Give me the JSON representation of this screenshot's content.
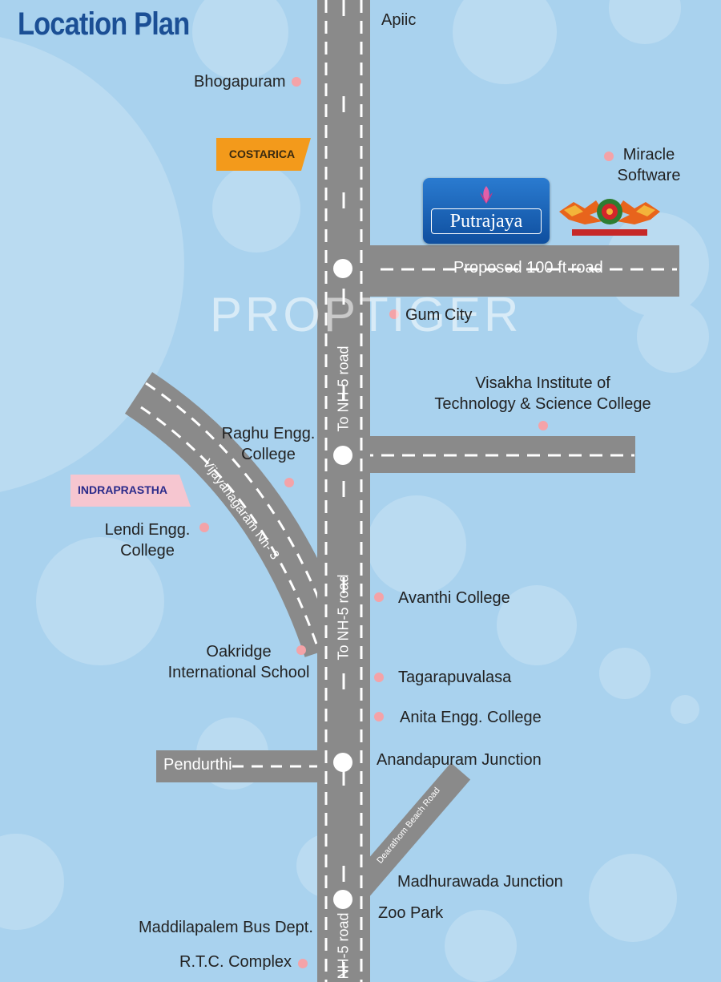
{
  "title": "Location Plan",
  "watermark": "PROPTIGER",
  "colors": {
    "background": "#a9d2ee",
    "road": "#8a8a8a",
    "road_marking": "#ffffff",
    "marker": "#f4a3a8",
    "title": "#1b4f95"
  },
  "icons": {
    "place_marker": "dot-marker-icon",
    "junction": "junction-circle-icon",
    "project_logo": "putrajaya-logo",
    "emblem": "dragon-emblem-icon"
  },
  "project": {
    "name": "Putrajaya"
  },
  "tags": {
    "costarica": "COSTARICA",
    "indraprastha": "INDRAPRASTHA"
  },
  "roads": {
    "nh5_upper": "To NH-5 road",
    "nh5_middle": "To NH-5 road",
    "nh5_lower": "NH-5 road",
    "proposed": "Proposed 100 ft road",
    "vijayanagaram": "Vijayanagaram Nh- 3",
    "pendurthi": "Pendurthi",
    "beach_road": "Dearathom Beach Road"
  },
  "places": {
    "apiic": "Apiic",
    "bhogapuram": "Bhogapuram",
    "miracle": [
      "Miracle",
      "Software"
    ],
    "gum_city": "Gum City",
    "visakha": [
      "Visakha Institute of",
      "Technology & Science College"
    ],
    "raghu": [
      "Raghu Engg.",
      "College"
    ],
    "lendi": [
      "Lendi Engg.",
      "College"
    ],
    "avanthi": "Avanthi College",
    "oakridge": [
      "Oakridge",
      "International School"
    ],
    "tagarapuvalasa": "Tagarapuvalasa",
    "anita": "Anita Engg. College",
    "anandapuram": "Anandapuram Junction",
    "madhurawada": "Madhurawada Junction",
    "zoo": "Zoo Park",
    "maddilapalem": "Maddilapalem Bus Dept.",
    "rtc": "R.T.C. Complex"
  }
}
